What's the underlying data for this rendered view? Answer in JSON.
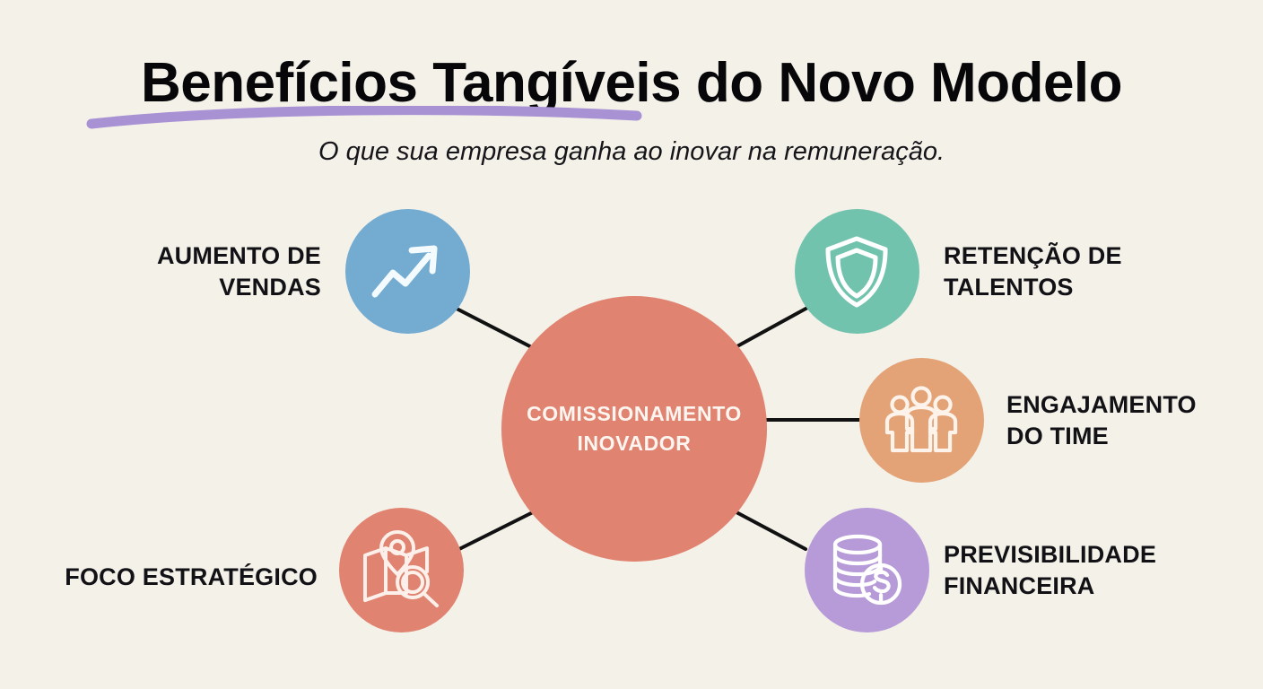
{
  "header": {
    "title": "Beneficios Tangiveis do Novo Modelo",
    "title_display": "Benefícios Tangíveis do Novo Modelo",
    "subtitle": "O que sua empresa ganha ao inovar na remuneração.",
    "underline_color": "#a892d4"
  },
  "canvas": {
    "background_color": "#f4f1e9",
    "text_color": "#121216",
    "connector_color": "#111111"
  },
  "hub": {
    "label": "COMISSIONAMENTO\nINOVADOR",
    "line1": "COMISSIONAMENTO",
    "line2": "INOVADOR",
    "color": "#e08370",
    "text_color": "#fdf6f0"
  },
  "nodes": [
    {
      "id": "aumento-de-vendas",
      "label": "AUMENTO DE\nVENDAS",
      "line1": "AUMENTO DE",
      "line2": "VENDAS",
      "color": "#74abd0",
      "icon": "trending-up-arrow-icon",
      "label_side": "left"
    },
    {
      "id": "retencao-de-talentos",
      "label": "RETENÇÃO DE\nTALENTOS",
      "line1": "RETENÇÃO DE",
      "line2": "TALENTOS",
      "color": "#72c3ae",
      "icon": "shield-icon",
      "label_side": "right"
    },
    {
      "id": "engajamento-do-time",
      "label": "ENGAJAMENTO\nDO TIME",
      "line1": "ENGAJAMENTO",
      "line2": "DO TIME",
      "color": "#e3a376",
      "icon": "people-group-icon",
      "label_side": "right"
    },
    {
      "id": "previsibilidade-financeira",
      "label": "PREVISIBILIDADE\nFINANCEIRA",
      "line1": "PREVISIBILIDADE",
      "line2": "FINANCEIRA",
      "color": "#b69bd8",
      "icon": "coins-dollar-icon",
      "label_side": "right"
    },
    {
      "id": "foco-estrategico",
      "label": "FOCO ESTRATÉGICO",
      "line1": "FOCO ESTRATÉGICO",
      "line2": "",
      "color": "#e08370",
      "icon": "map-location-search-icon",
      "label_side": "left"
    }
  ],
  "chart_data": {
    "type": "diagram",
    "subtype": "hub-and-spoke",
    "title": "Benefícios Tangíveis do Novo Modelo",
    "subtitle": "O que sua empresa ganha ao inovar na remuneração.",
    "center": "COMISSIONAMENTO INOVADOR",
    "spokes": [
      "AUMENTO DE VENDAS",
      "RETENÇÃO DE TALENTOS",
      "ENGAJAMENTO DO TIME",
      "PREVISIBILIDADE FINANCEIRA",
      "FOCO ESTRATÉGICO"
    ],
    "edges": [
      [
        "COMISSIONAMENTO INOVADOR",
        "AUMENTO DE VENDAS"
      ],
      [
        "COMISSIONAMENTO INOVADOR",
        "RETENÇÃO DE TALENTOS"
      ],
      [
        "COMISSIONAMENTO INOVADOR",
        "ENGAJAMENTO DO TIME"
      ],
      [
        "COMISSIONAMENTO INOVADOR",
        "PREVISIBILIDADE FINANCEIRA"
      ],
      [
        "COMISSIONAMENTO INOVADOR",
        "FOCO ESTRATÉGICO"
      ]
    ],
    "legend": []
  }
}
